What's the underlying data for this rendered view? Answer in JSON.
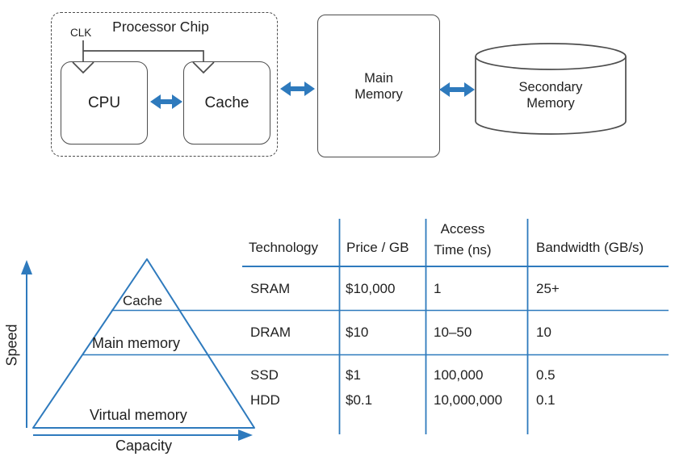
{
  "colors": {
    "accent_blue": "#2e7abd",
    "stroke_gray": "#4d4d4d",
    "text": "#1f1f1f"
  },
  "block_diagram": {
    "processor_chip_label": "Processor Chip",
    "clk_label": "CLK",
    "cpu_label": "CPU",
    "cache_label": "Cache",
    "main_memory_line1": "Main",
    "main_memory_line2": "Memory",
    "secondary_memory_line1": "Secondary",
    "secondary_memory_line2": "Memory"
  },
  "pyramid": {
    "level_cache": "Cache",
    "level_main": "Main memory",
    "level_virtual": "Virtual memory",
    "y_axis_label": "Speed",
    "x_axis_label": "Capacity"
  },
  "table": {
    "header": {
      "technology": "Technology",
      "price": "Price / GB",
      "access_line1": "Access",
      "access_line2": "Time (ns)",
      "bandwidth": "Bandwidth (GB/s)"
    },
    "rows": [
      {
        "tech": "SRAM",
        "price": "$10,000",
        "access": "1",
        "bandwidth": "25+"
      },
      {
        "tech": "DRAM",
        "price": "$10",
        "access": "10–50",
        "bandwidth": "10"
      },
      {
        "tech": "SSD",
        "price": "$1",
        "access": "100,000",
        "bandwidth": "0.5"
      },
      {
        "tech": "HDD",
        "price": "$0.1",
        "access": "10,000,000",
        "bandwidth": "0.1"
      }
    ]
  }
}
